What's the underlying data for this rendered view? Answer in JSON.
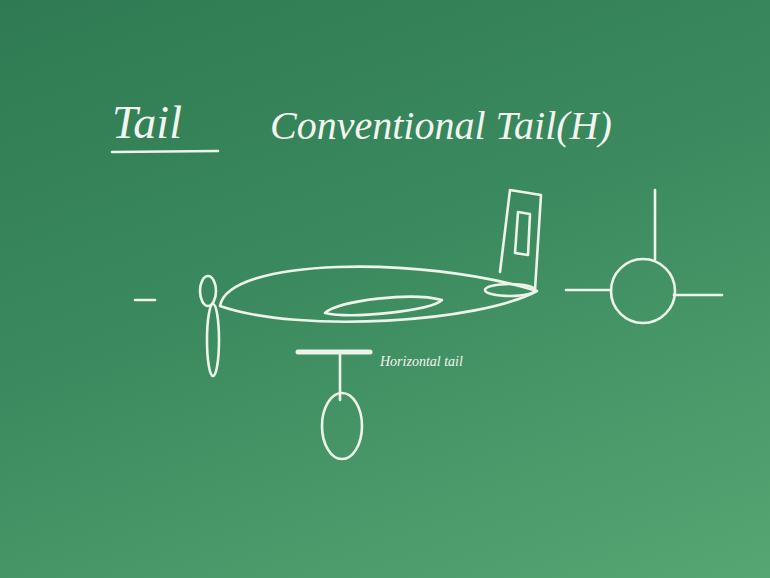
{
  "diagram": {
    "title": "Tail",
    "labels": [
      "Conventional Tail(H)",
      "Horizontal tail"
    ]
  }
}
